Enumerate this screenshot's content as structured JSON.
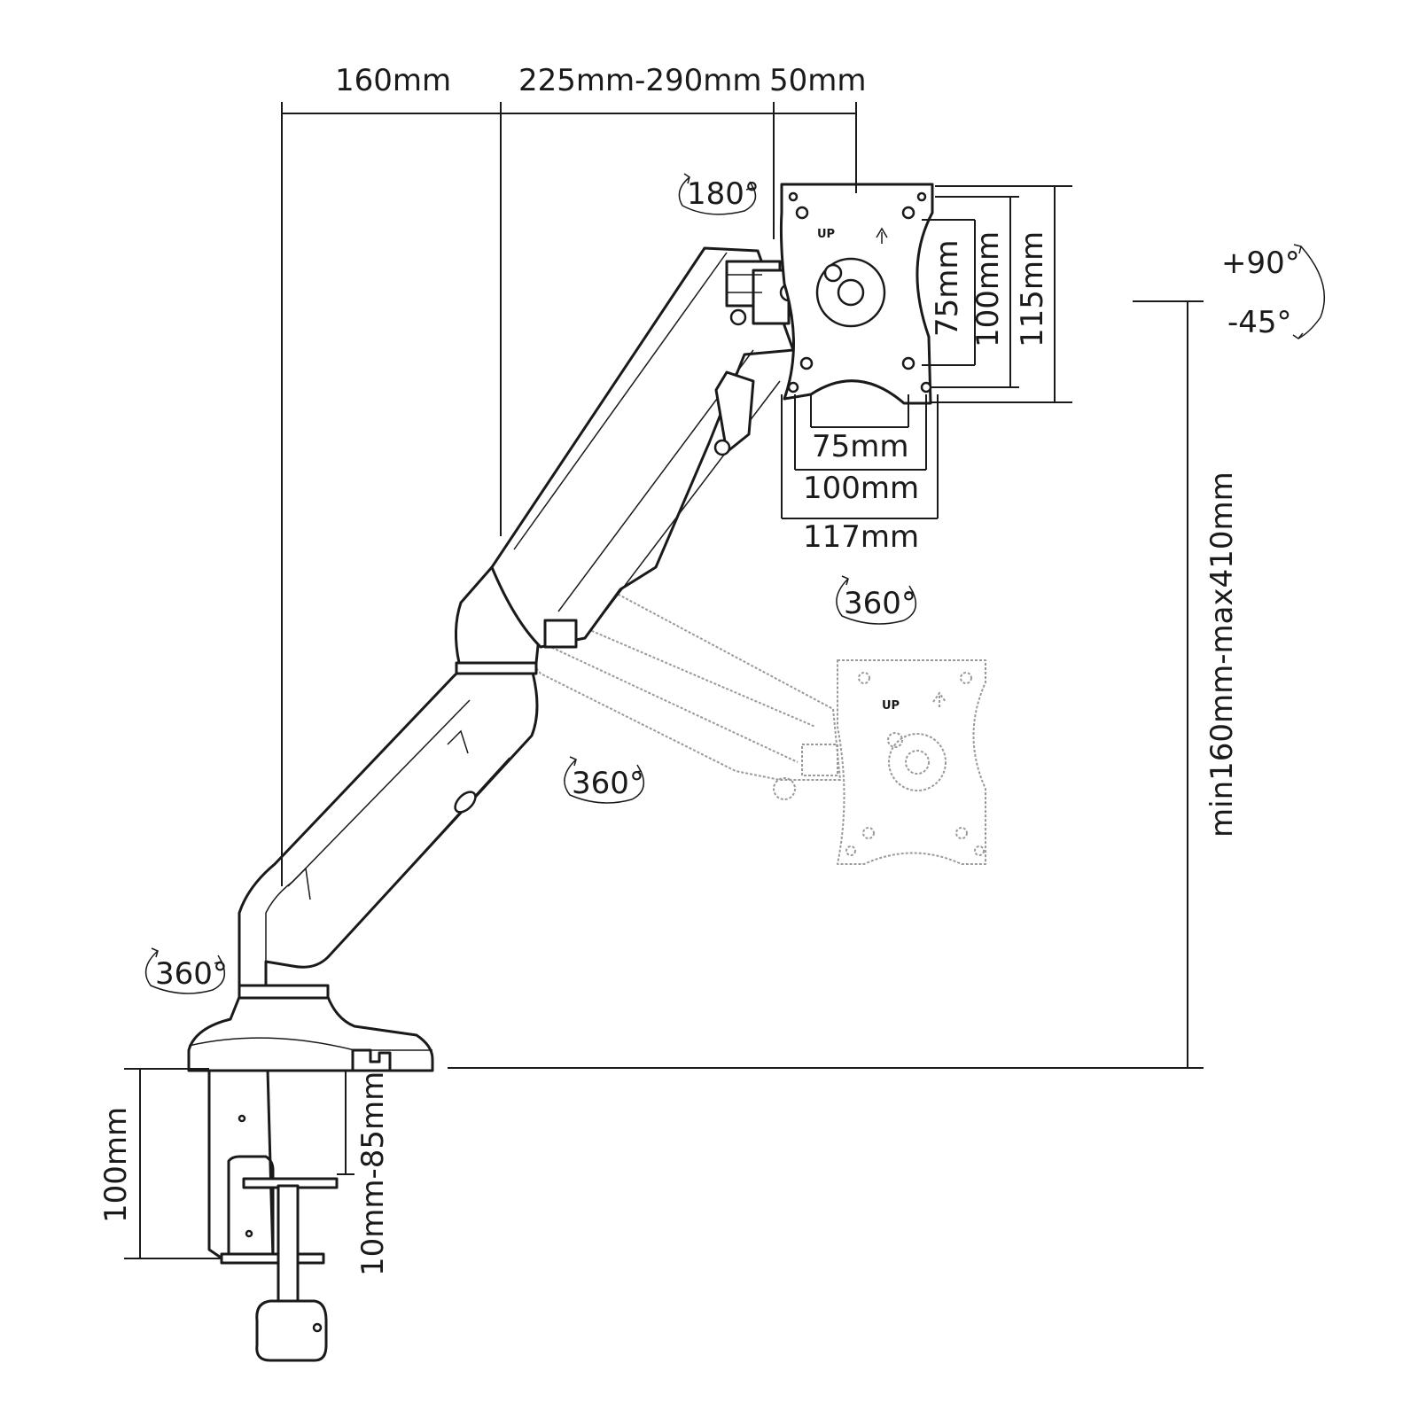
{
  "dimensions": {
    "arm_offset": "160mm",
    "arm_reach": "225mm-290mm",
    "plate_offset": "50mm",
    "vesa_v_75": "75mm",
    "vesa_v_100": "100mm",
    "plate_height": "115mm",
    "vesa_h_75": "75mm",
    "vesa_h_100": "100mm",
    "plate_width": "117mm",
    "height_range": "min160mm-max410mm",
    "clamp_height": "100mm",
    "desk_thickness": "10mm-85mm"
  },
  "rotations": {
    "plate_swivel": "180°",
    "tilt_up": "+90°",
    "tilt_down": "-45°",
    "plate_rotate": "360°",
    "elbow": "360°",
    "base": "360°"
  },
  "plate_marking": "UP",
  "colors": {
    "line": "#1a1a1a",
    "ghost": "#9a9a9a",
    "background": "#ffffff"
  },
  "icons": [
    "rotation-arrow-icon",
    "up-arrow-icon"
  ]
}
